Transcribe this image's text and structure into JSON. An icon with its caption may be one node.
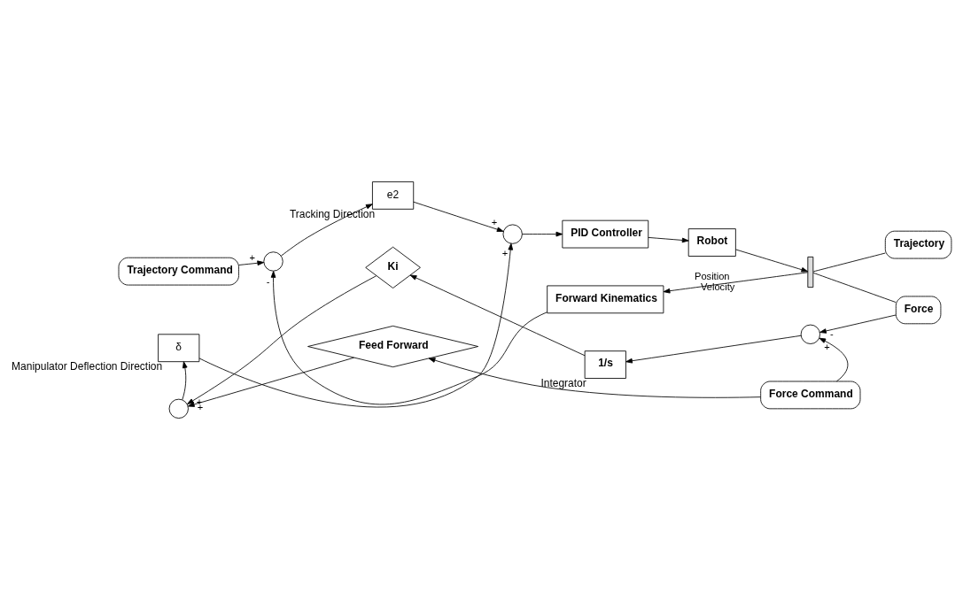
{
  "diagram": {
    "nodes": [
      {
        "text": [
          "Trajectory Command"
        ]
      },
      {
        "text": [],
        "shape": "circle"
      },
      {
        "text": [
          "e2"
        ],
        "beside": [
          "Tracking Direction"
        ]
      },
      {
        "text": [],
        "shape": "circle"
      },
      {
        "text": [
          "PID Controller"
        ]
      },
      {
        "text": [
          "Robot"
        ]
      },
      {
        "text": [],
        "shape": "bar"
      },
      {
        "text": [
          "Trajectory"
        ]
      },
      {
        "text": [
          "Force"
        ]
      },
      {
        "text": [
          "Forward Kinematics"
        ]
      },
      {
        "text": [
          "δ"
        ],
        "beside": [
          "Manipulator Deflection Direction"
        ]
      },
      {
        "text": [],
        "shape": "circle"
      },
      {
        "text": [
          "Ki"
        ]
      },
      {
        "text": [
          "1/s"
        ],
        "beside": [
          "Integrator"
        ]
      },
      {
        "text": [],
        "shape": "circle"
      },
      {
        "text": [
          "Feed Forward"
        ]
      },
      {
        "text": [
          "Force Command"
        ]
      }
    ],
    "edges": [
      {
        "from": 0,
        "to": 1,
        "arrow": "to"
      },
      {
        "from": 1,
        "to": 2,
        "arrow": "to"
      },
      {
        "from": 2,
        "to": 3,
        "arrow": "to"
      },
      {
        "from": 3,
        "to": 4,
        "arrow": "to"
      },
      {
        "from": 4,
        "to": 5,
        "arrow": "to"
      },
      {
        "from": 5,
        "to": 6,
        "arrow": "to"
      },
      {
        "from": 6,
        "to": 7,
        "arrow": "none"
      },
      {
        "from": 6,
        "to": 8,
        "arrow": "none"
      },
      {
        "from": 6,
        "to": 9,
        "arrow": "to"
      },
      {
        "from": 9,
        "to": 1,
        "arrow": "to"
      },
      {
        "from": 10,
        "to": 3,
        "arrow": "to"
      },
      {
        "from": 8,
        "to": 14,
        "arrow": "to"
      },
      {
        "from": 16,
        "to": 14,
        "arrow": "to"
      },
      {
        "from": 14,
        "to": 13,
        "arrow": "to"
      },
      {
        "from": 13,
        "to": 12,
        "arrow": "to"
      },
      {
        "from": 12,
        "to": 11,
        "arrow": "to"
      },
      {
        "from": 16,
        "to": 15,
        "arrow": "to"
      },
      {
        "from": 15,
        "to": 11,
        "arrow": "to"
      },
      {
        "from": 11,
        "to": 10,
        "arrow": "to"
      }
    ],
    "labels": [
      "+",
      "+",
      "-",
      "+",
      "Position",
      "Velocity",
      "+",
      "+",
      "-",
      "+"
    ]
  }
}
